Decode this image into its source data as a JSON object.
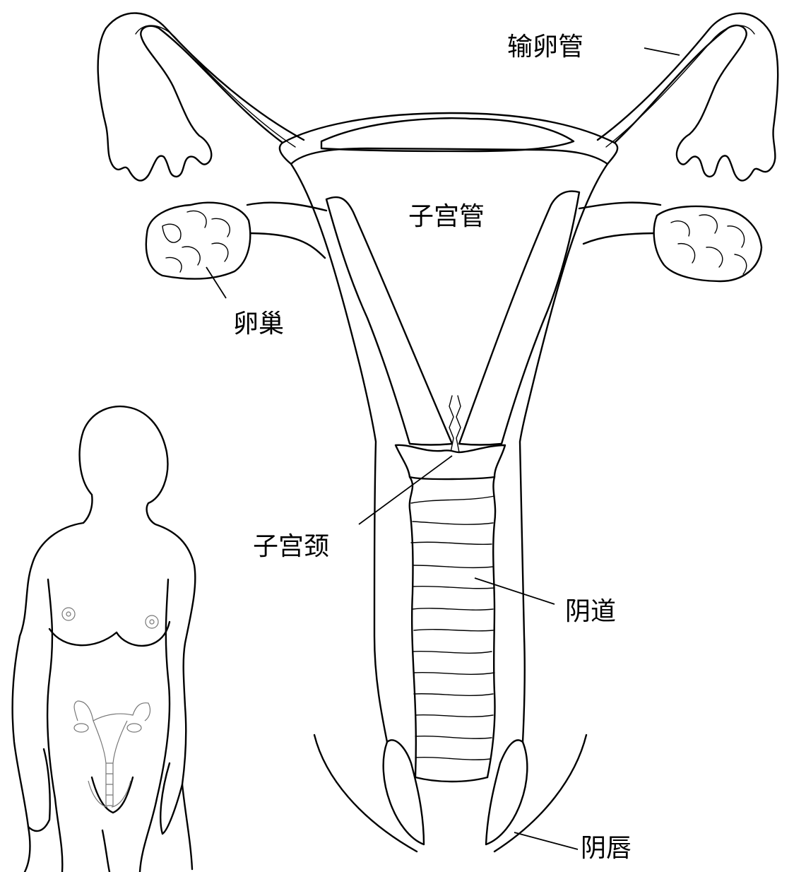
{
  "labels": {
    "fallopian_tube": "输卵管",
    "uterine_cavity": "子宫管",
    "ovary": "卵巢",
    "cervix": "子宫颈",
    "vagina": "阴道",
    "labia": "阴唇"
  }
}
